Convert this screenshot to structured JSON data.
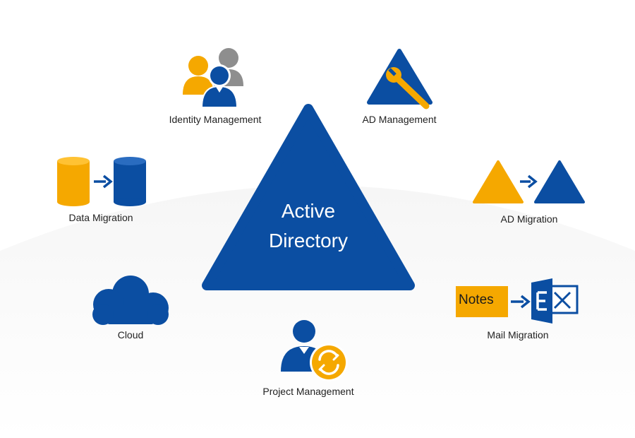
{
  "center": {
    "title_line1": "Active",
    "title_line2": "Directory"
  },
  "nodes": {
    "identity_management": "Identity Management",
    "ad_management": "AD Management",
    "data_migration": "Data Migration",
    "ad_migration": "AD Migration",
    "cloud": "Cloud",
    "mail_migration": "Mail Migration",
    "project_management": "Project Management"
  },
  "mail_migration_icon": {
    "notes_label": "Notes"
  },
  "icons": {
    "identity_management": "people-group-icon",
    "ad_management": "triangle-wrench-icon",
    "data_migration": "database-transfer-icon",
    "ad_migration": "triangle-transfer-icon",
    "cloud": "cloud-icon",
    "mail_migration": "notes-to-exchange-icon",
    "project_management": "user-sync-icon"
  },
  "colors": {
    "primary_blue": "#0b4ea2",
    "accent_orange": "#f5a800",
    "grey": "#8e8e8e",
    "background": "#ffffff",
    "label_text": "#222222"
  }
}
